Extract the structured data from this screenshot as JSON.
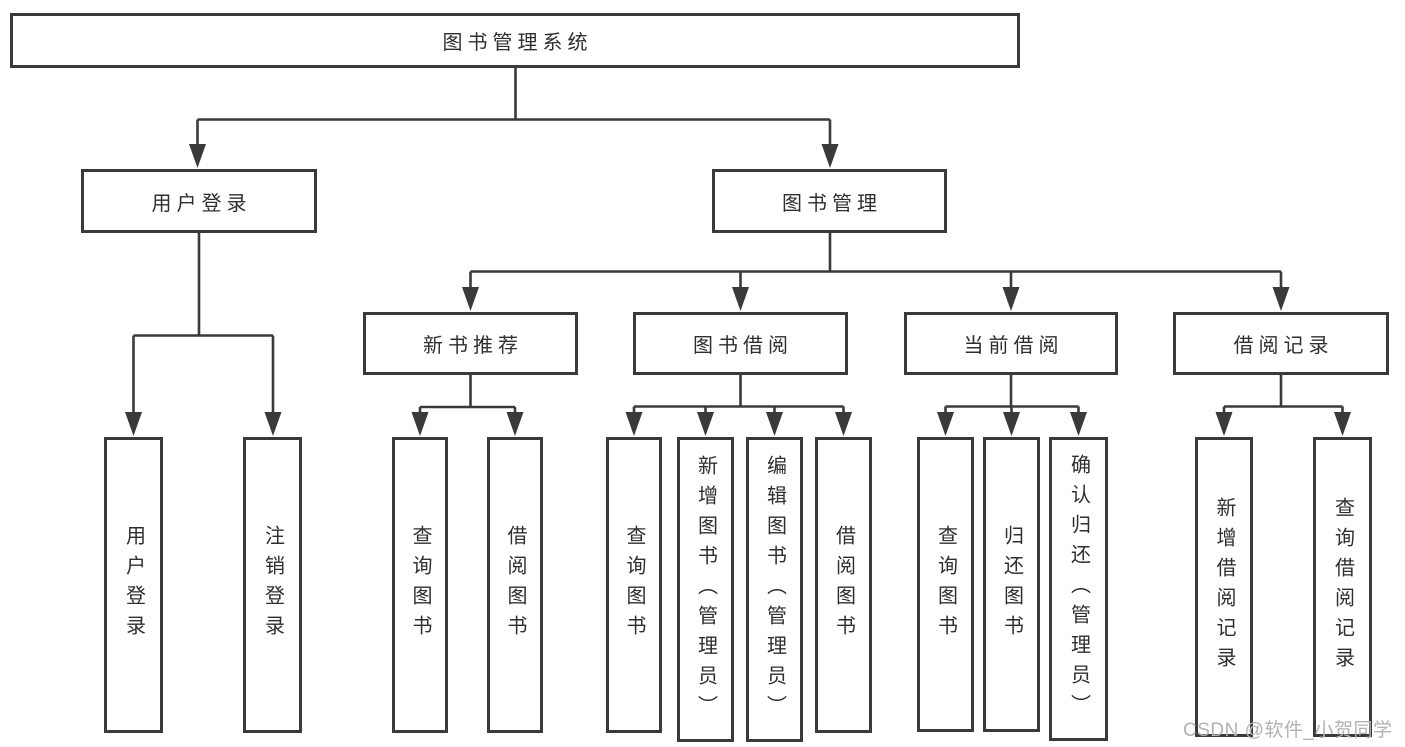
{
  "diagram": {
    "type": "hierarchy-tree",
    "colors": {
      "line": "#3a3a3a",
      "box_border": "#3a3a3a",
      "box_fill": "#ffffff",
      "text": "#2f2f2f",
      "watermark": "#b2b2b2",
      "background": "#ffffff"
    },
    "tree": {
      "label": "图书管理系统",
      "children": [
        {
          "label": "用户登录",
          "children": [
            {
              "label": "用户登录"
            },
            {
              "label": "注销登录"
            }
          ]
        },
        {
          "label": "图书管理",
          "children": [
            {
              "label": "新书推荐",
              "children": [
                {
                  "label": "查询图书"
                },
                {
                  "label": "借阅图书"
                }
              ]
            },
            {
              "label": "图书借阅",
              "children": [
                {
                  "label": "查询图书"
                },
                {
                  "label": "新增图书（管理员）"
                },
                {
                  "label": "编辑图书（管理员）"
                },
                {
                  "label": "借阅图书"
                }
              ]
            },
            {
              "label": "当前借阅",
              "children": [
                {
                  "label": "查询图书"
                },
                {
                  "label": "归还图书"
                },
                {
                  "label": "确认归还（管理员）"
                }
              ]
            },
            {
              "label": "借阅记录",
              "children": [
                {
                  "label": "新增借阅记录"
                },
                {
                  "label": "查询借阅记录"
                }
              ]
            }
          ]
        }
      ]
    },
    "watermark": "CSDN @软件_小贺同学"
  }
}
